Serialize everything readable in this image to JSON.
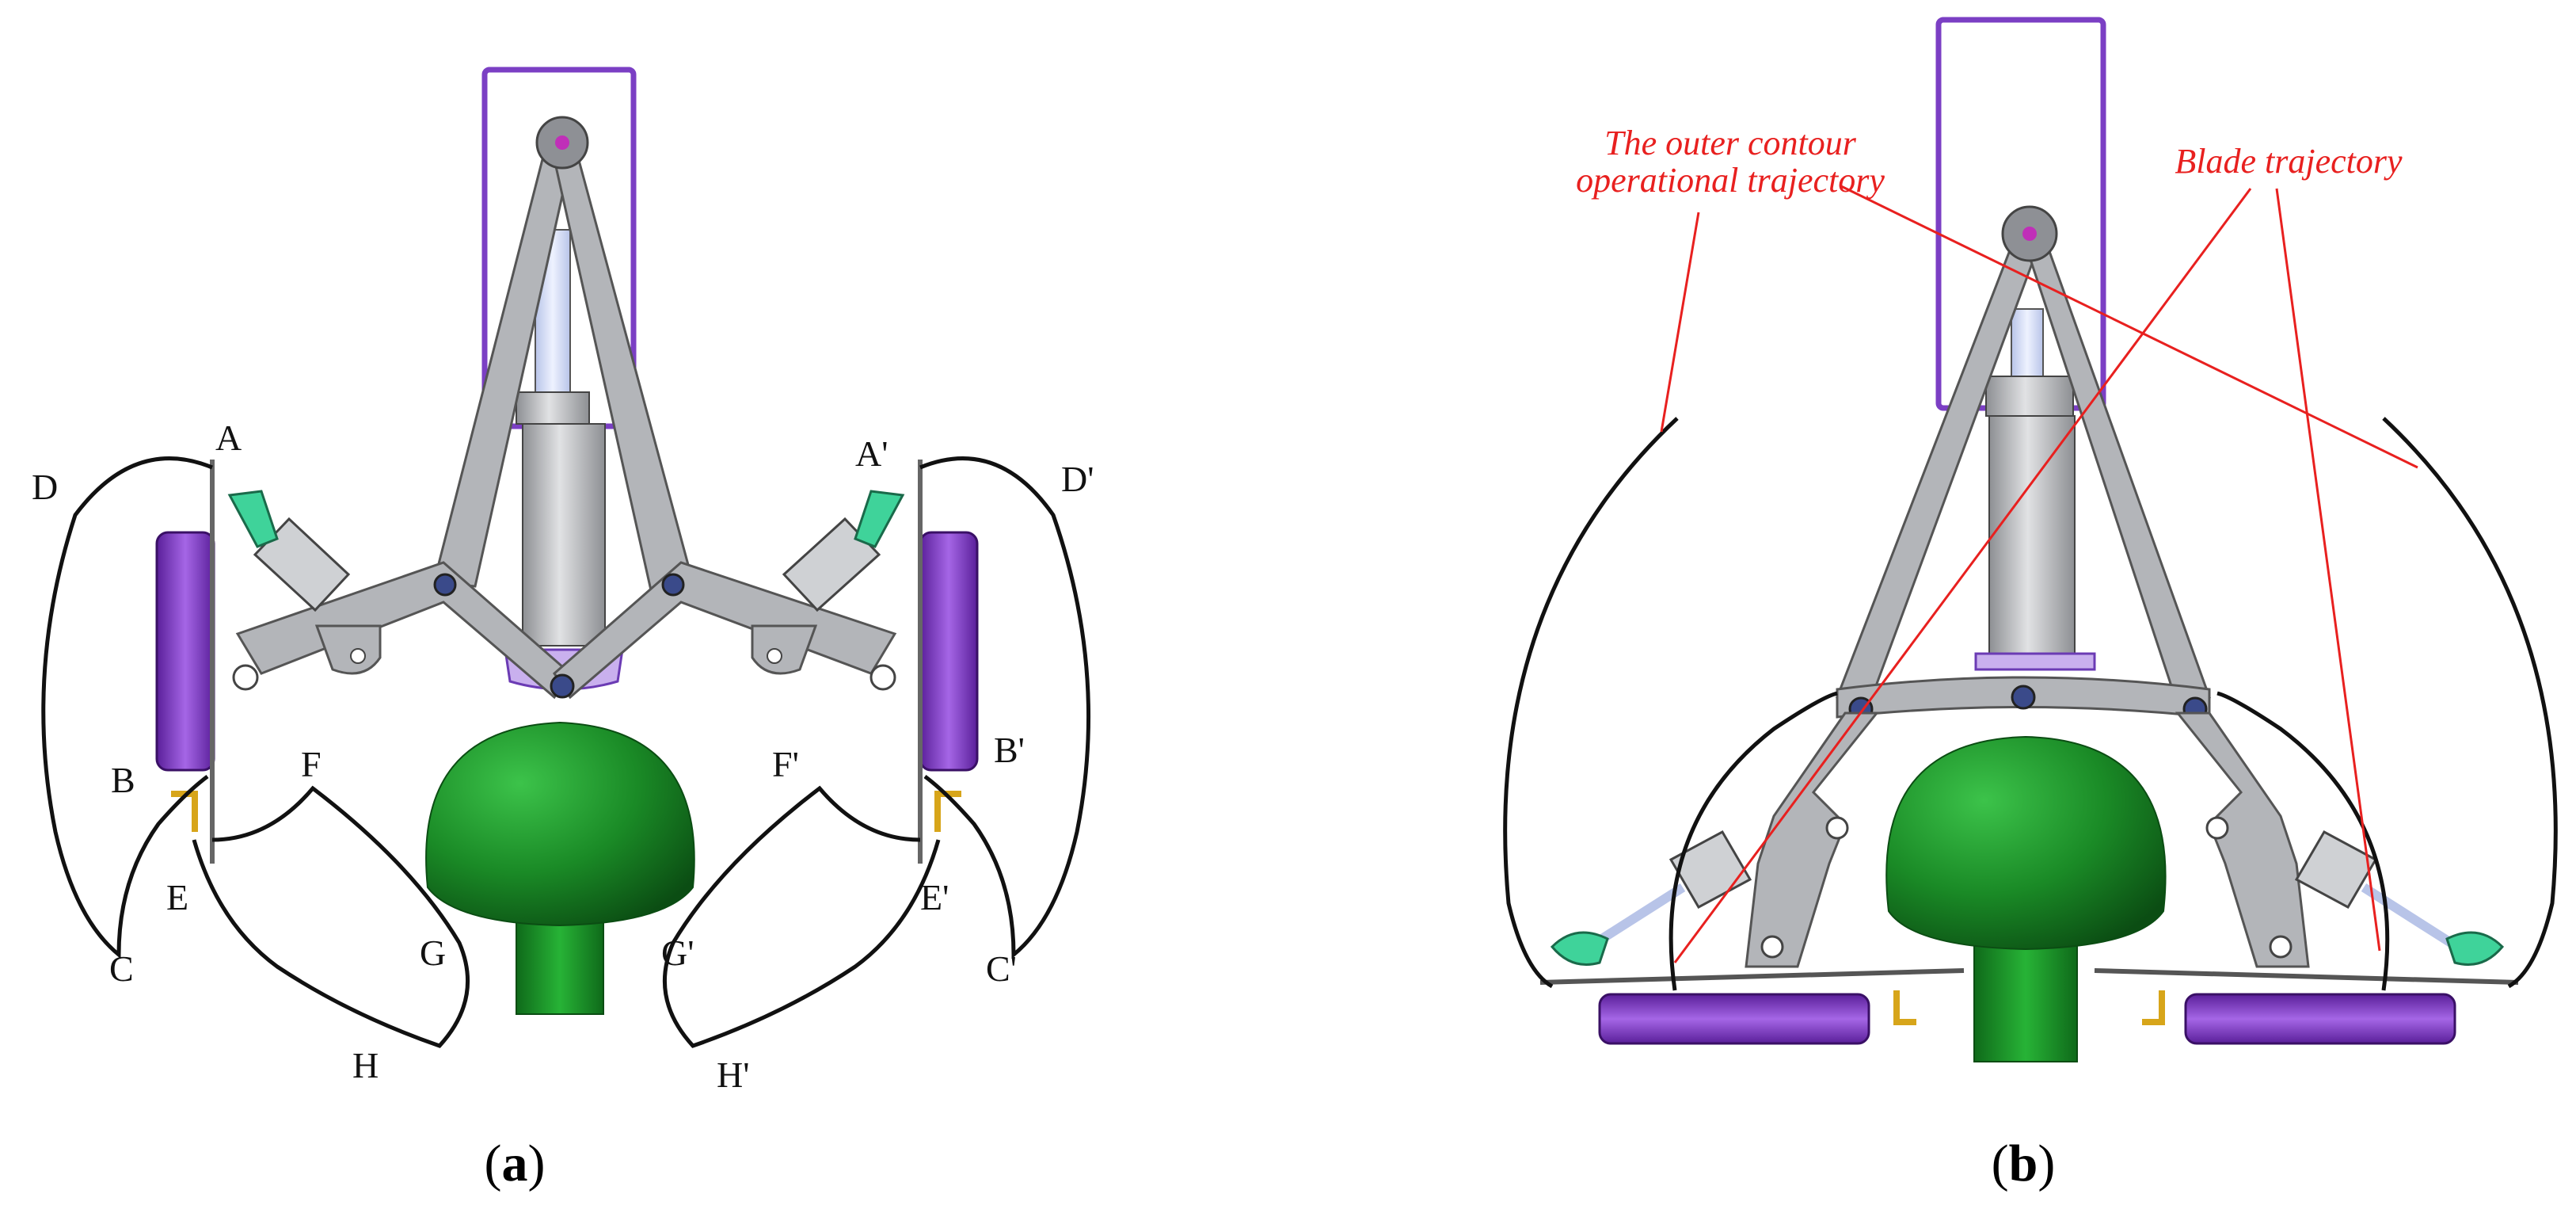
{
  "colors": {
    "gray_link": "#b3b5b9",
    "gray_dark": "#6e7075",
    "purple": "#8a3fd0",
    "purple_dark": "#4e1a8a",
    "green_ball": "#1a8a26",
    "green_stem": "#1c9a2a",
    "teal": "#3fd39a",
    "annotation_red": "#e8201f"
  },
  "panel_a": {
    "points": {
      "A": "A",
      "A2": "A'",
      "B": "B",
      "B2": "B'",
      "C": "C",
      "C2": "C'",
      "D": "D",
      "D2": "D'",
      "E": "E",
      "E2": "E'",
      "F": "F",
      "F2": "F'",
      "G": "G",
      "G2": "G'",
      "H": "H",
      "H2": "H'"
    },
    "caption": {
      "open": "(",
      "letter": "a",
      "close": ")"
    }
  },
  "panel_b": {
    "annotations": {
      "outer_line1": "The outer contour",
      "outer_line2": "operational trajectory",
      "blade": "Blade  trajectory"
    },
    "caption": {
      "open": "(",
      "letter": "b",
      "close": ")"
    }
  }
}
